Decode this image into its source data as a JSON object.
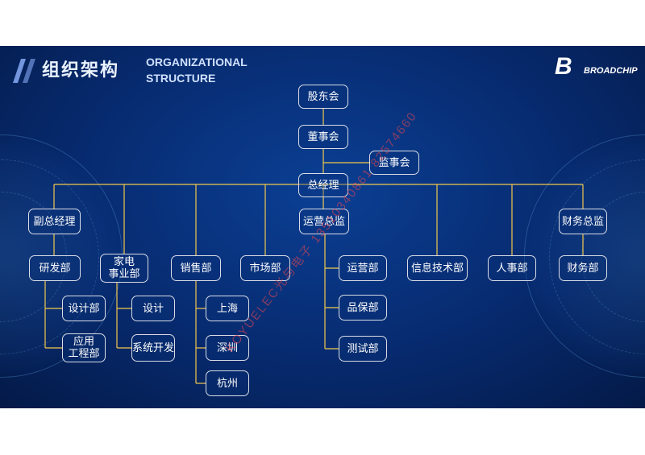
{
  "header": {
    "title_cn": "组织架构",
    "title_en": "ORGANIZATIONAL STRUCTURE",
    "logo_mark": "B",
    "logo_text": "BROADCHIP"
  },
  "watermark": "KOYUELEC光与电子 13510340861 82574660",
  "org_chart": {
    "nodes": [
      {
        "id": "gudonghui",
        "label": "股东会"
      },
      {
        "id": "dongshihui",
        "label": "董事会"
      },
      {
        "id": "jianshihui",
        "label": "监事会"
      },
      {
        "id": "zongjingli",
        "label": "总经理"
      },
      {
        "id": "fuzongjingli",
        "label": "副总经理"
      },
      {
        "id": "yunyingzongjian",
        "label": "运营总监"
      },
      {
        "id": "caiwuzongjian",
        "label": "财务总监"
      },
      {
        "id": "yanfabu",
        "label": "研发部"
      },
      {
        "id": "jiadianshiyebu",
        "label": "家电\n事业部"
      },
      {
        "id": "xiaoshoubu",
        "label": "销售部"
      },
      {
        "id": "shichangbu",
        "label": "市场部"
      },
      {
        "id": "yunyingbu",
        "label": "运营部"
      },
      {
        "id": "xinxijishubu",
        "label": "信息技术部"
      },
      {
        "id": "renshibu",
        "label": "人事部"
      },
      {
        "id": "caiwubu",
        "label": "财务部"
      },
      {
        "id": "shejibu",
        "label": "设计部"
      },
      {
        "id": "yingyonggongchengbu",
        "label": "应用\n工程部"
      },
      {
        "id": "sheji",
        "label": "设计"
      },
      {
        "id": "xitongkaifa",
        "label": "系统开发"
      },
      {
        "id": "shanghai",
        "label": "上海"
      },
      {
        "id": "shenzhen",
        "label": "深圳"
      },
      {
        "id": "hangzhou",
        "label": "杭州"
      },
      {
        "id": "pinbaobu",
        "label": "品保部"
      },
      {
        "id": "ceshibu",
        "label": "测试部"
      }
    ],
    "edges": [
      [
        "gudonghui",
        "dongshihui"
      ],
      [
        "dongshihui",
        "zongjingli"
      ],
      [
        "dongshihui",
        "jianshihui"
      ],
      [
        "zongjingli",
        "fuzongjingli"
      ],
      [
        "zongjingli",
        "jiadianshiyebu"
      ],
      [
        "zongjingli",
        "xiaoshoubu"
      ],
      [
        "zongjingli",
        "shichangbu"
      ],
      [
        "zongjingli",
        "yunyingzongjian"
      ],
      [
        "zongjingli",
        "xinxijishubu"
      ],
      [
        "zongjingli",
        "renshibu"
      ],
      [
        "zongjingli",
        "caiwuzongjian"
      ],
      [
        "fuzongjingli",
        "yanfabu"
      ],
      [
        "caiwuzongjian",
        "caiwubu"
      ],
      [
        "yanfabu",
        "shejibu"
      ],
      [
        "yanfabu",
        "yingyonggongchengbu"
      ],
      [
        "jiadianshiyebu",
        "sheji"
      ],
      [
        "jiadianshiyebu",
        "xitongkaifa"
      ],
      [
        "xiaoshoubu",
        "shanghai"
      ],
      [
        "xiaoshoubu",
        "shenzhen"
      ],
      [
        "xiaoshoubu",
        "hangzhou"
      ],
      [
        "yunyingzongjian",
        "yunyingbu"
      ],
      [
        "yunyingzongjian",
        "pinbaobu"
      ],
      [
        "yunyingzongjian",
        "ceshibu"
      ]
    ]
  },
  "colors": {
    "line": "#f2c94c",
    "node_border": "#d9dde6",
    "background": "#072a6e",
    "watermark": "#eb4650"
  }
}
